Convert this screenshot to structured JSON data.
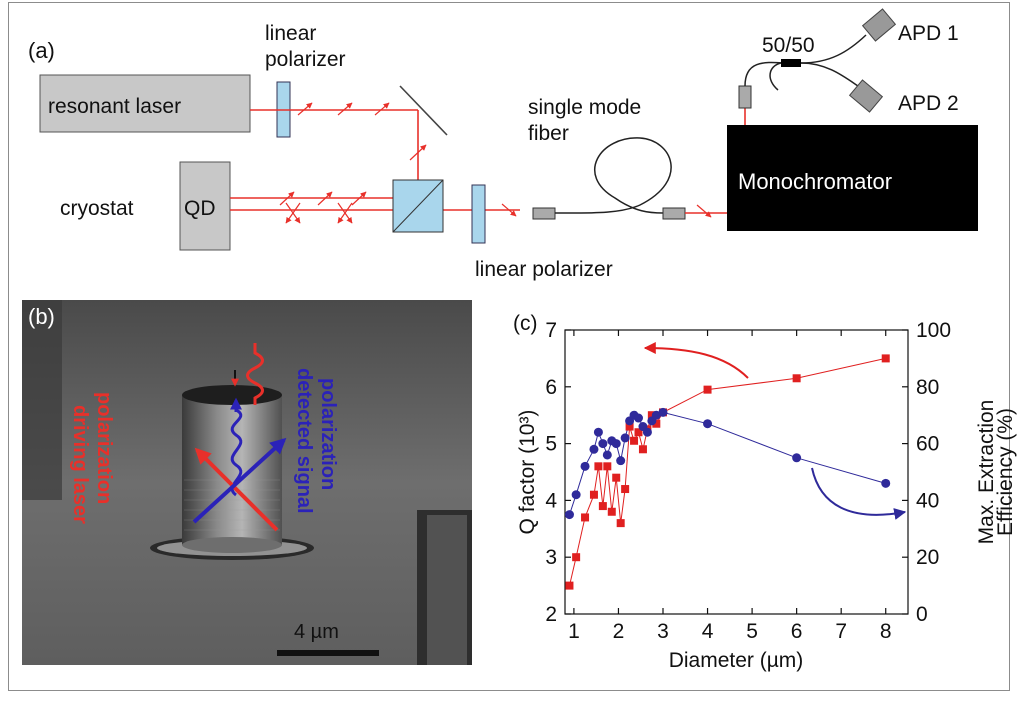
{
  "panel_a": {
    "label": "(a)",
    "resonant_laser": "resonant laser",
    "linear_polarizer_top_1": "linear",
    "linear_polarizer_top_2": "polarizer",
    "single_mode_1": "single mode",
    "single_mode_2": "fiber",
    "cryostat": "cryostat",
    "qd": "QD",
    "linear_polarizer_bottom": "linear polarizer",
    "monochromator": "Monochromator",
    "splitter": "50/50",
    "apd1": "APD 1",
    "apd2": "APD 2"
  },
  "panel_b": {
    "label": "(b)",
    "driving_label_1": "polarization",
    "driving_label_2": "driving laser",
    "detected_label_1": "polarization",
    "detected_label_2": "detected signal",
    "scale_bar": "4 µm"
  },
  "colors": {
    "laser_red": "#e8302a",
    "signal_blue": "#2b22b8",
    "series_q": "#e02020",
    "series_eff": "#2f2a9a"
  },
  "chart_data": {
    "type": "scatter",
    "label": "(c)",
    "xlabel": "Diameter (µm)",
    "ylabel_left": "Q factor (10³)",
    "ylabel_right_1": "Max. Extraction",
    "ylabel_right_2": "Efficiency (%)",
    "xlim": [
      0.8,
      8.5
    ],
    "ylim_left": [
      2,
      7
    ],
    "ylim_right": [
      0,
      100
    ],
    "x_ticks": [
      "1",
      "2",
      "3",
      "4",
      "5",
      "6",
      "7",
      "8"
    ],
    "y_left_ticks": [
      "2",
      "3",
      "4",
      "5",
      "6",
      "7"
    ],
    "y_right_ticks": [
      "0",
      "20",
      "40",
      "60",
      "80",
      "100"
    ],
    "series": [
      {
        "axis": "left",
        "x": [
          0.9,
          1.05,
          1.25,
          1.45,
          1.55,
          1.65,
          1.75,
          1.85,
          1.95,
          2.05,
          2.15,
          2.25,
          2.35,
          2.45,
          2.55,
          2.65,
          2.75,
          2.85,
          3.0,
          4.0,
          6.0,
          8.0
        ],
        "values": [
          2.5,
          3.0,
          3.7,
          4.1,
          4.6,
          3.9,
          4.6,
          3.8,
          4.4,
          3.6,
          4.2,
          5.3,
          5.05,
          5.2,
          4.9,
          5.25,
          5.5,
          5.35,
          5.55,
          5.95,
          6.15,
          6.5
        ]
      },
      {
        "axis": "right",
        "x": [
          0.9,
          1.05,
          1.25,
          1.45,
          1.55,
          1.65,
          1.75,
          1.85,
          1.95,
          2.05,
          2.15,
          2.25,
          2.35,
          2.45,
          2.55,
          2.65,
          2.75,
          2.85,
          3.0,
          4.0,
          6.0,
          8.0
        ],
        "values": [
          35,
          42,
          52,
          58,
          64,
          60,
          56,
          61,
          60,
          54,
          62,
          68,
          70,
          69,
          66,
          64,
          68,
          70,
          71,
          67,
          55,
          46
        ]
      }
    ]
  }
}
